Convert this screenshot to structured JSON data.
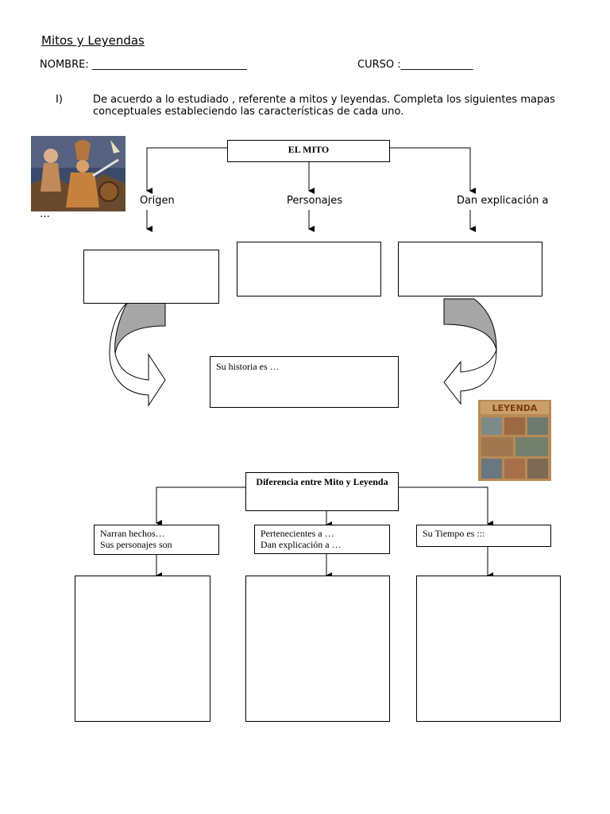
{
  "title": "Mitos y Leyendas",
  "fields": {
    "name_label": "NOMBRE: ______________________________",
    "course_label": "CURSO :______________"
  },
  "instruction": {
    "number": "I)",
    "text": "De acuerdo a lo estudiado , referente a mitos y leyendas. Completa  los siguientes mapas conceptuales estableciendo las características de cada uno."
  },
  "map1": {
    "root": "EL MITO",
    "branches": [
      "Origen",
      "Personajes",
      "Dan explicación a"
    ],
    "ellipsis": "…",
    "center_box": "Su historia es …"
  },
  "map2": {
    "root": "Diferencia entre Mito y Leyenda",
    "branches": [
      {
        "line1": "Narran hechos…",
        "line2": "Sus personajes son"
      },
      {
        "line1": "Pertenecientes a …",
        "line2": "Dan explicación a …"
      },
      {
        "line1": "Su Tiempo es :::",
        "line2": ""
      }
    ]
  },
  "images": [
    "fantasy-warriors-illustration",
    "comic-page-illustration"
  ]
}
